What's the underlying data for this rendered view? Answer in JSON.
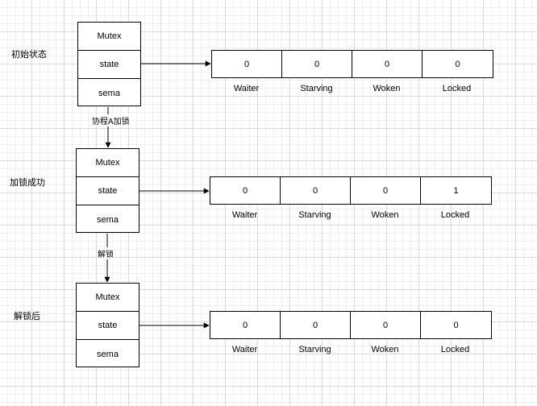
{
  "stages": [
    {
      "title": "初始状态",
      "mutex": {
        "title": "Mutex",
        "state": "state",
        "sema": "sema"
      },
      "bits": [
        {
          "name": "Waiter",
          "value": "0"
        },
        {
          "name": "Starving",
          "value": "0"
        },
        {
          "name": "Woken",
          "value": "0"
        },
        {
          "name": "Locked",
          "value": "0"
        }
      ]
    },
    {
      "title": "加锁成功",
      "mutex": {
        "title": "Mutex",
        "state": "state",
        "sema": "sema"
      },
      "bits": [
        {
          "name": "Waiter",
          "value": "0"
        },
        {
          "name": "Starving",
          "value": "0"
        },
        {
          "name": "Woken",
          "value": "0"
        },
        {
          "name": "Locked",
          "value": "1"
        }
      ]
    },
    {
      "title": "解锁后",
      "mutex": {
        "title": "Mutex",
        "state": "state",
        "sema": "sema"
      },
      "bits": [
        {
          "name": "Waiter",
          "value": "0"
        },
        {
          "name": "Starving",
          "value": "0"
        },
        {
          "name": "Woken",
          "value": "0"
        },
        {
          "name": "Locked",
          "value": "0"
        }
      ]
    }
  ],
  "transitions": [
    {
      "label": "协程A加锁"
    },
    {
      "label": "解锁"
    }
  ]
}
